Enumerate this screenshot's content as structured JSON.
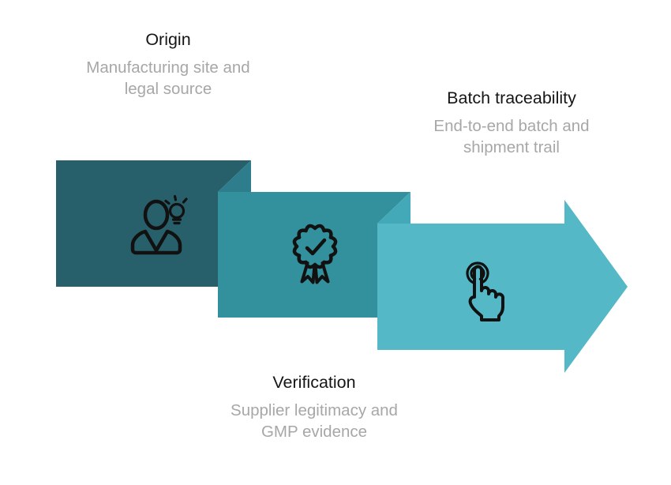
{
  "diagram": {
    "type": "process-arrow-flow",
    "background_color": "#ffffff",
    "steps": [
      {
        "label": "Origin",
        "desc_lines": [
          "Manufacturing site and",
          "legal source"
        ],
        "icon": "person-lightbulb-icon",
        "color": "#27606b",
        "label_position": "top-left"
      },
      {
        "label": "Verification",
        "desc_lines": [
          "Supplier legitimacy and",
          "GMP evidence"
        ],
        "icon": "award-ribbon-icon",
        "color": "#33919e",
        "label_position": "bottom-center"
      },
      {
        "label": "Batch traceability",
        "desc_lines": [
          "End-to-end batch and",
          "shipment trail"
        ],
        "icon": "tap-gesture-icon",
        "color": "#54b8c6",
        "label_position": "top-right"
      }
    ],
    "fold_colors": [
      "#2e7d8d",
      "#43a9b8"
    ],
    "text_colors": {
      "title": "#161616",
      "subtitle": "#a7a7a7"
    },
    "icon_color": "#111111"
  }
}
